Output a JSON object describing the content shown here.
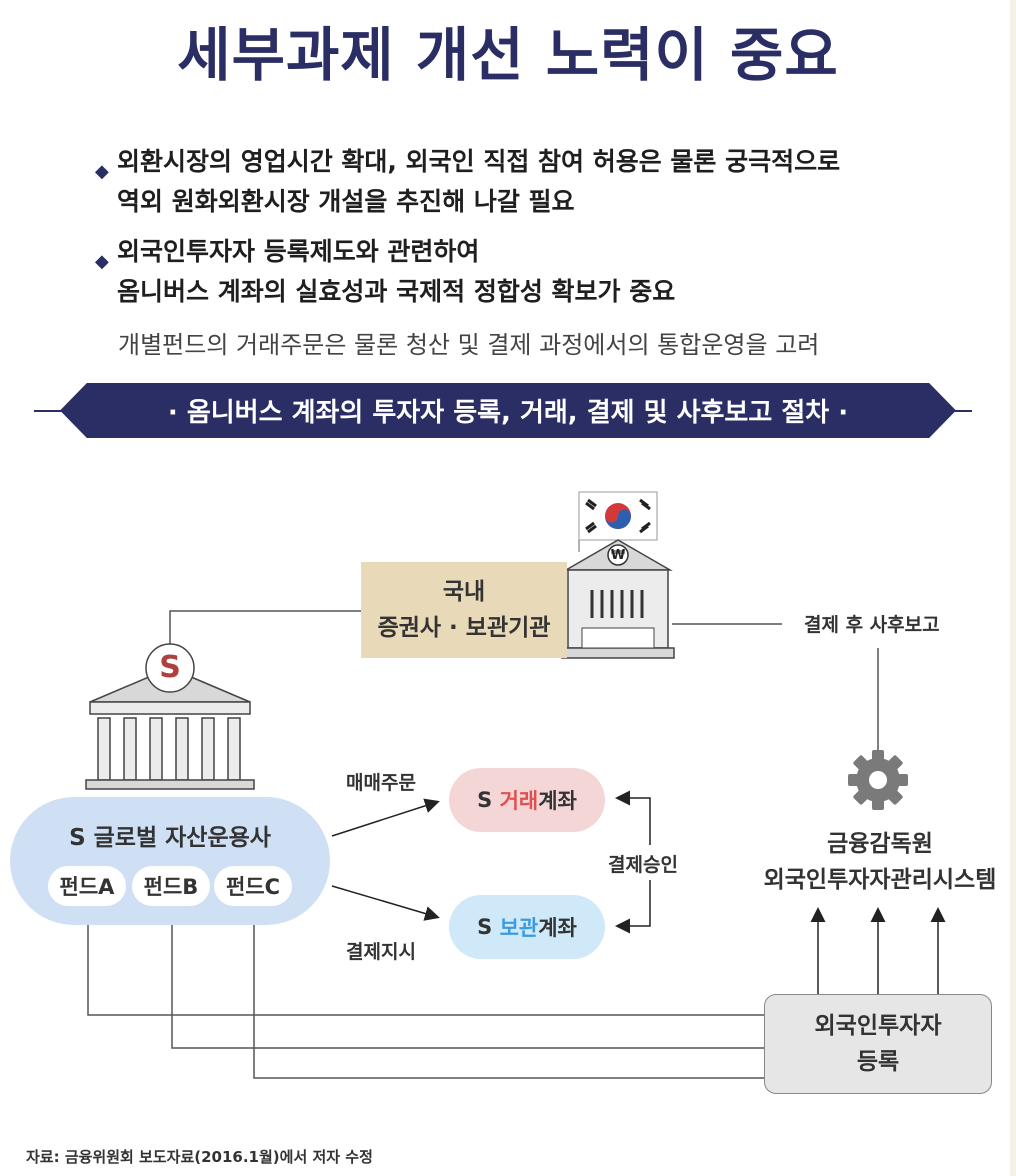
{
  "title": "세부과제 개선 노력이 중요",
  "bullets": [
    {
      "line1": "외환시장의 영업시간 확대, 외국인 직접 참여 허용은 물론 궁극적으로",
      "line2": "역외 원화외환시장 개설을 추진해 나갈 필요"
    },
    {
      "line1": "외국인투자자 등록제도와 관련하여",
      "line2": "옴니버스 계좌의 실효성과 국제적 정합성 확보가 중요"
    }
  ],
  "sub_note": "개별펀드의 거래주문은 물론 청산 및 결제 과정에서의 통합운영을 고려",
  "banner": "· 옴니버스 계좌의 투자자 등록, 거래, 결제 및 사후보고 절차 ·",
  "diagram": {
    "securities_box": {
      "line1": "국내",
      "line2": "증권사 · 보관기관"
    },
    "post_report": "결제 후 사후보고",
    "asset_manager": "S 글로벌 자산운용사",
    "funds": [
      "펀드A",
      "펀드B",
      "펀드C"
    ],
    "trade_order": "매매주문",
    "settle_instruction": "결제지시",
    "trade_account": {
      "prefix": "S ",
      "highlight": "거래",
      "suffix": "계좌"
    },
    "custody_account": {
      "prefix": "S ",
      "highlight": "보관",
      "suffix": "계좌"
    },
    "settle_approval": "결제승인",
    "fss": {
      "line1": "금융감독원",
      "line2": "외국인투자자관리시스템"
    },
    "registration": {
      "line1": "외국인투자자",
      "line2": "등록"
    },
    "won_symbol": "₩",
    "dollar_symbol": "S"
  },
  "source": "자료: 금융위원회 보도자료(2016.1월)에서 저자 수정",
  "colors": {
    "navy": "#2b2e64",
    "beige": "#e8d9b8",
    "light_blue": "#cfe0f5",
    "pink": "#f5d6d7",
    "sky": "#cfe9f9",
    "red": "#e05050",
    "blue": "#3b9be0"
  }
}
